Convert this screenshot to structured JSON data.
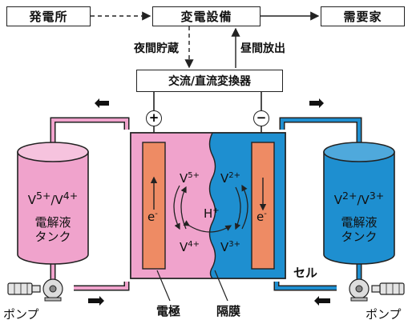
{
  "top_row": {
    "power_plant": "発電所",
    "substation": "変電設備",
    "consumer": "需要家"
  },
  "flow_labels": {
    "night_storage": "夜間貯蔵",
    "day_discharge": "昼間放出"
  },
  "converter": "交流/直流変換器",
  "terminals": {
    "positive": "+",
    "negative": "−"
  },
  "left_tank": {
    "ions_main": "V",
    "ion1_charge": "5+",
    "slash": "/V",
    "ion2_charge": "4+",
    "line1": "電解液",
    "line2": "タンク"
  },
  "right_tank": {
    "ions_main": "V",
    "ion1_charge": "2+",
    "slash": "/V",
    "ion2_charge": "3+",
    "line1": "電解液",
    "line2": "タンク"
  },
  "cell_ions": {
    "v5": "V",
    "v5_charge": "5+",
    "v4": "V",
    "v4_charge": "4+",
    "v2": "V",
    "v2_charge": "2+",
    "v3": "V",
    "v3_charge": "3+",
    "h": "H",
    "h_charge": "+",
    "e_left": "e",
    "e_left_charge": "-",
    "e_right": "e",
    "e_right_charge": "-"
  },
  "bottom_labels": {
    "pump_left": "ポンプ",
    "pump_right": "ポンプ",
    "electrode": "電極",
    "membrane": "隔膜",
    "cell": "セル"
  },
  "colors": {
    "pink": "#f0a3cc",
    "blue": "#1e8fd0",
    "electrode": "#ee8b64",
    "line": "#222222"
  }
}
